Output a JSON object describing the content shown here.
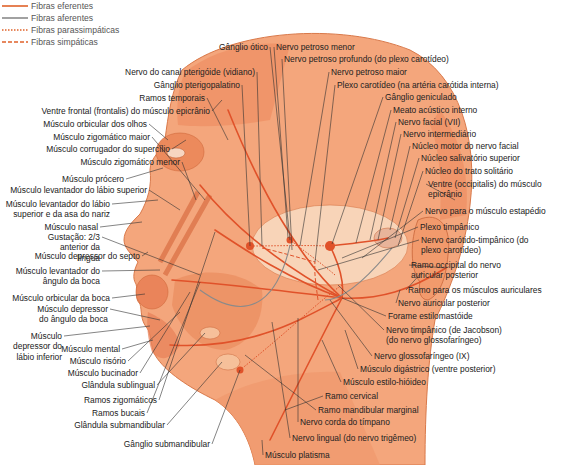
{
  "diagram": {
    "labels": [
      "Gânglio ótico",
      "Nervo do canal pterigóide (vidiano)",
      "Gânglio pterigopalatino",
      "Ramos temporais",
      "Ventre frontal (frontalis) do músculo epicrânio",
      "Músculo orbicular dos olhos",
      "Músculo zigomático maior",
      "Músculo corrugador do supercílio",
      "Músculo zigomático menor",
      "Músculo prócero",
      "Músculo levantador do lábio superior",
      "Músculo levantador do lábio superior e da asa do nariz",
      "Músculo nasal",
      "Gustação: 2/3 anterior da língua",
      "Músculo depressor do septo",
      "Músculo levantador do ângulo da boca",
      "Músculo orbicular da boca",
      "Músculo depressor do ângulo da boca",
      "Músculo depressor do lábio inferior",
      "Músculo mental",
      "Músculo risório",
      "Músculo bucinador",
      "Glândula sublingual",
      "Ramos zigomáticos",
      "Ramos bucais",
      "Glândula submandibular",
      "Gânglio submandibular",
      "Nervo petroso menor",
      "Nervo petroso profundo (do plexo carotídeo)",
      "Nervo petroso maior",
      "Plexo carotídeo (na artéria carótida interna)",
      "Gânglio geniculado",
      "Meato acústico interno",
      "Nervo facial (VII)",
      "Nervo intermediário",
      "Núcleo motor do nervo facial",
      "Núcleo salivatório superior",
      "Núcleo do trato solitário",
      "Ventre (occipitalis) do músculo epicrânio",
      "Nervo para o músculo estapédio",
      "Plexo timpânico",
      "Nervo carótido-timpânico (do plexo carotídeo)",
      "Ramo occipital do nervo auricular posterior",
      "Ramo para os músculos auriculares",
      "Nervo auricular posterior",
      "Forame estilomastóide",
      "Nervo timpânico (de Jacobson) (do nervo glossofaríngeo)",
      "Nervo glossofaríngeo (IX)",
      "Músculo digástrico (ventre posterior)",
      "Músculo estilo-hióideo",
      "Ramo cervical",
      "Ramo mandibular marginal",
      "Nervo corda do tímpano",
      "Nervo lingual (do nervo trigêmeo)",
      "Músculo platisma"
    ],
    "legend": [
      {
        "text": "Fibras eferentes"
      },
      {
        "text": "Fibras aferentes"
      },
      {
        "text": "Fibras parassimpáticas"
      },
      {
        "text": "Fibras simpáticas"
      }
    ]
  }
}
